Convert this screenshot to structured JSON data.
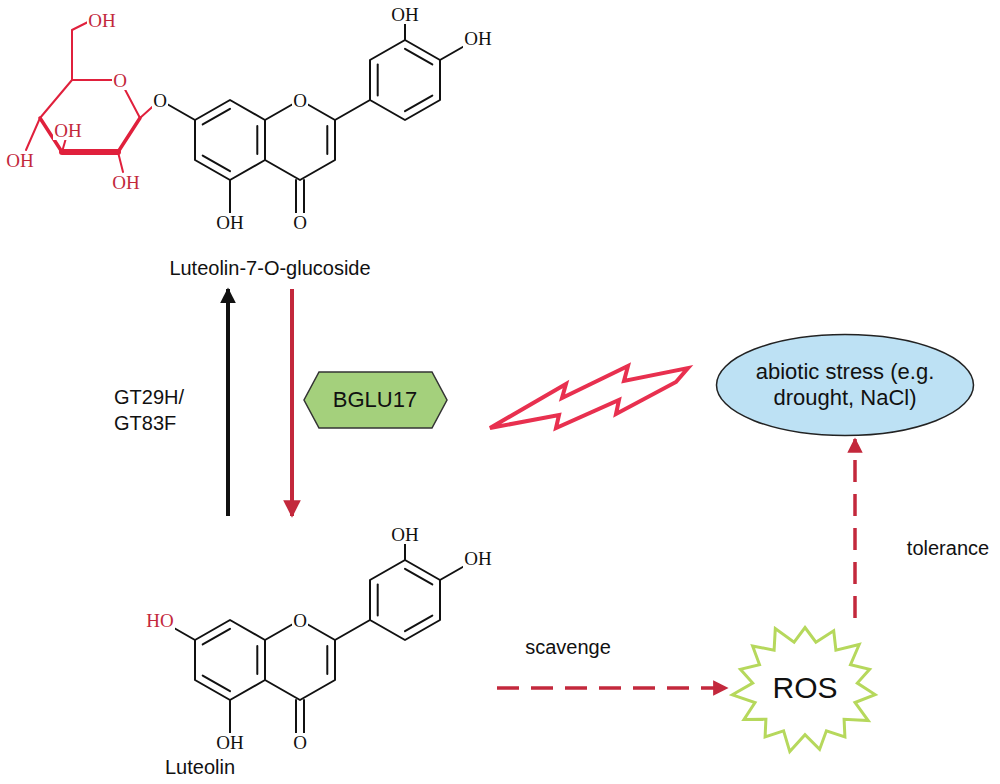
{
  "diagram": {
    "nodes": [
      {
        "text": [
          "Luteolin-7-O-glucoside"
        ]
      },
      {
        "text": [
          "BGLU17"
        ]
      },
      {
        "text": [
          "Luteolin"
        ]
      },
      {
        "text": [
          "abiotic stress (e.g. drought, NaCl)"
        ]
      },
      {
        "text": [
          "ROS"
        ]
      }
    ],
    "edges": [
      {
        "from": 2,
        "to": 0,
        "arrow": "to",
        "label": "GT29H/ GT83F"
      },
      {
        "from": 0,
        "to": 2,
        "arrow": "to"
      },
      {
        "from": 2,
        "to": 4,
        "arrow": "to",
        "label": "scavenge"
      },
      {
        "from": 4,
        "to": 3,
        "arrow": "to",
        "label": "tolerance"
      }
    ],
    "labels": [
      "OH",
      "O",
      "OH",
      "OH",
      "OH",
      "O",
      "O",
      "OH",
      "OH",
      "OH",
      "O",
      "HO",
      "O",
      "OH",
      "OH",
      "OH",
      "O"
    ]
  }
}
